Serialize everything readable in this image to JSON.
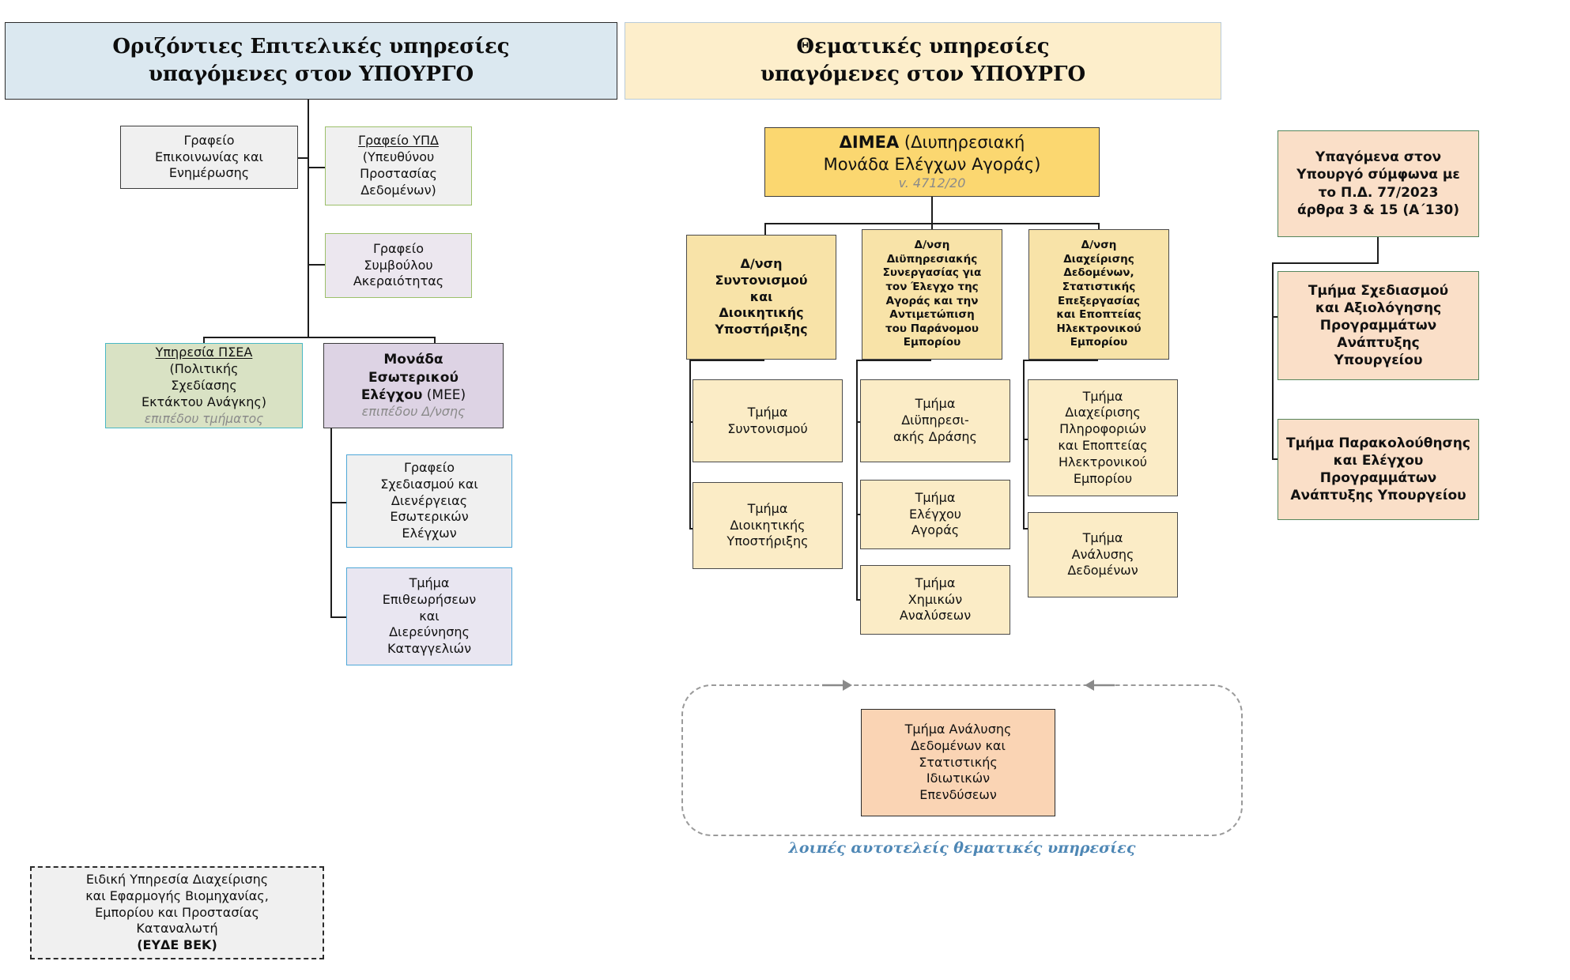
{
  "banners": {
    "left": {
      "line1": "Οριζόντιες Επιτελικές υπηρεσίες",
      "line2": "υπαγόμενες στον ΥΠΟΥΡΓΟ",
      "color": "#dbe8f0"
    },
    "right": {
      "line1": "Θεματικές υπηρεσίες",
      "line2": "υπαγόμενες στον ΥΠΟΥΡΓΟ",
      "color": "#fdeecb"
    }
  },
  "left_column": {
    "communication_office": {
      "lines": [
        "Γραφείο",
        "Επικοινωνίας και",
        "Ενημέρωσης"
      ]
    },
    "dpo_office": {
      "title": "Γραφείο ΥΠΔ",
      "lines": [
        "(Υπευθύνου",
        "Προστασίας",
        "Δεδομένων)"
      ]
    },
    "integrity_office": {
      "lines": [
        "Γραφείο",
        "Συμβούλου",
        "Ακεραιότητας"
      ]
    },
    "psea_service": {
      "title": "Υπηρεσία ΠΣΕΑ",
      "lines": [
        "(Πολιτικής",
        "Σχεδίασης",
        "Εκτάκτου Ανάγκης)"
      ],
      "note": "επιπέδου τμήματος"
    },
    "internal_audit_unit": {
      "lines": [
        "Μονάδα",
        "Εσωτερικού"
      ],
      "line3_bold": "Ελέγχου",
      "line3_plain": " (ΜΕΕ)",
      "note": "επιπέδου Δ/νσης"
    },
    "audit_planning_office": {
      "lines": [
        "Γραφείο",
        "Σχεδιασμού και",
        "Διενέργειας",
        "Εσωτερικών",
        "Ελέγχων"
      ]
    },
    "inspections_dept": {
      "lines": [
        "Τμήμα",
        "Επιθεωρήσεων",
        "και",
        "Διερεύνησης",
        "Καταγγελιών"
      ]
    }
  },
  "dimea": {
    "title_bold": "ΔΙΜΕΑ",
    "title_rest": " (Διυπηρεσιακή",
    "title_line2": "Μονάδα Ελέγχων Αγοράς)",
    "law": "v. 4712/20",
    "directorates": [
      {
        "lines": [
          "Δ/νση",
          "Συντονισμού",
          "και",
          "Διοικητικής",
          "Υποστήριξης"
        ],
        "departments": [
          {
            "lines": [
              "Τμήμα",
              "Συντονισμού"
            ]
          },
          {
            "lines": [
              "Τμήμα",
              "Διοικητικής",
              "Υποστήριξης"
            ]
          }
        ]
      },
      {
        "lines": [
          "Δ/νση",
          "Διϋπηρεσιακής",
          "Συνεργασίας για",
          "τον Έλεγχο της",
          "Αγοράς και την",
          "Αντιμετώπιση",
          "του Παράνομου",
          "Εμπορίου"
        ],
        "departments": [
          {
            "lines": [
              "Τμήμα",
              "Διϋπηρεσι-",
              "ακής Δράσης"
            ]
          },
          {
            "lines": [
              "Τμήμα",
              "Ελέγχου",
              "Αγοράς"
            ]
          },
          {
            "lines": [
              "Τμήμα",
              "Χημικών",
              "Αναλύσεων"
            ]
          }
        ]
      },
      {
        "lines": [
          "Δ/νση",
          "Διαχείρισης",
          "Δεδομένων,",
          "Στατιστικής",
          "Επεξεργασίας",
          "και Εποπτείας",
          "Ηλεκτρονικού",
          "Εμπορίου"
        ],
        "departments": [
          {
            "lines": [
              "Τμήμα",
              "Διαχείρισης",
              "Πληροφοριών",
              "και Εποπτείας",
              "Ηλεκτρονικού",
              "Εμπορίου"
            ]
          },
          {
            "lines": [
              "Τμήμα",
              "Ανάλυσης",
              "Δεδομένων"
            ]
          }
        ]
      }
    ]
  },
  "right_column": {
    "header": {
      "lines": [
        "Υπαγόμενα στον",
        "Υπουργό σύμφωνα με",
        "το Π.Δ. 77/2023",
        "άρθρα 3 & 15 (Α΄130)"
      ]
    },
    "items": [
      {
        "lines": [
          "Τμήμα  Σχεδιασμού",
          "και Αξιολόγησης",
          "Προγραμμάτων",
          "Ανάπτυξης",
          "Υπουργείου"
        ]
      },
      {
        "lines": [
          "Τμήμα Παρακολούθησης",
          "και Ελέγχου",
          "Προγραμμάτων",
          "Ανάπτυξης Υπουργείου"
        ]
      }
    ]
  },
  "other_services": {
    "caption": "λοιπές αυτοτελείς θεματικές υπηρεσίες",
    "caption_color": "#4e87b5",
    "box": {
      "lines": [
        "Τμήμα Ανάλυσης",
        "Δεδομένων και",
        "Στατιστικής",
        "Ιδιωτικών",
        "Επενδύσεων"
      ],
      "color": "#fad4b4"
    }
  },
  "eyde_vek": {
    "lines": [
      "Ειδική Υπηρεσία Διαχείρισης",
      "και Εφαρμογής Βιομηχανίας,",
      "Εμπορίου και Προστασίας",
      "Καταναλωτή"
    ],
    "acronym": "(ΕΥΔΕ ΒΕΚ)"
  }
}
